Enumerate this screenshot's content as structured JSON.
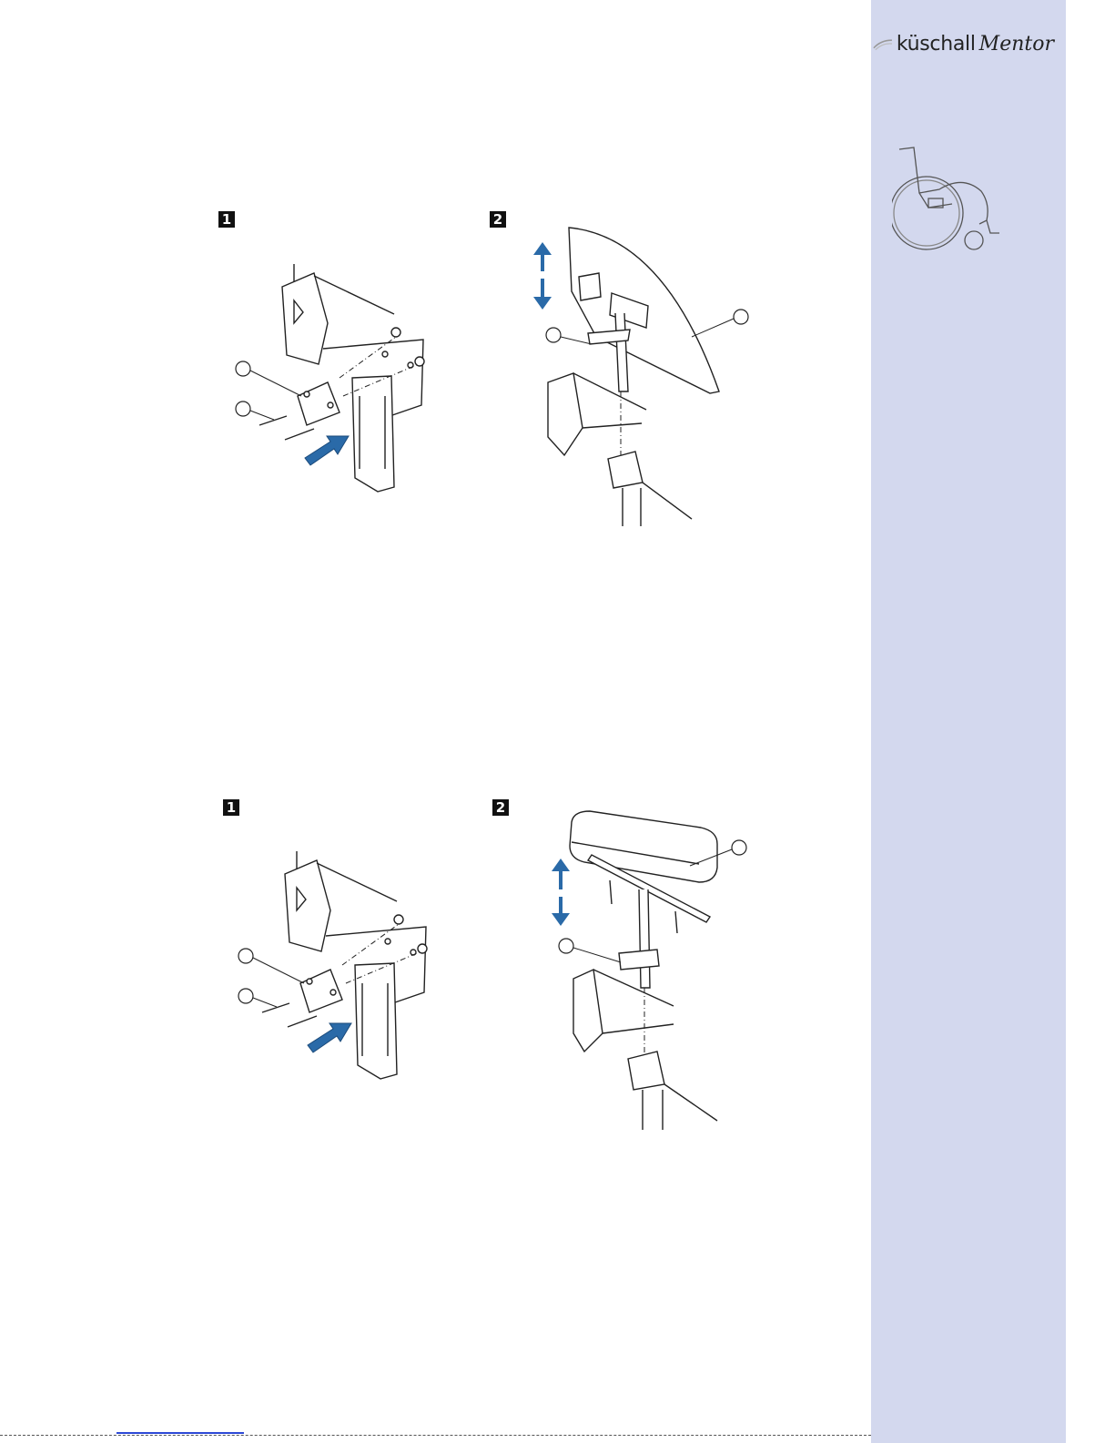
{
  "header": {
    "brand_name": "küschall",
    "brand_suffix": "Mentor"
  },
  "colors": {
    "sidebar": "#d3d8ee",
    "arrow_blue": "#2a6aa8",
    "line": "#222222"
  },
  "figures": {
    "top": {
      "step1": "1",
      "step2": "2"
    },
    "bottom": {
      "step1": "1",
      "step2": "2"
    }
  },
  "icons": {
    "thumbnail": "wheelchair-icon",
    "up": "arrow-up-icon",
    "down": "arrow-down-icon",
    "push": "push-arrow-icon"
  }
}
